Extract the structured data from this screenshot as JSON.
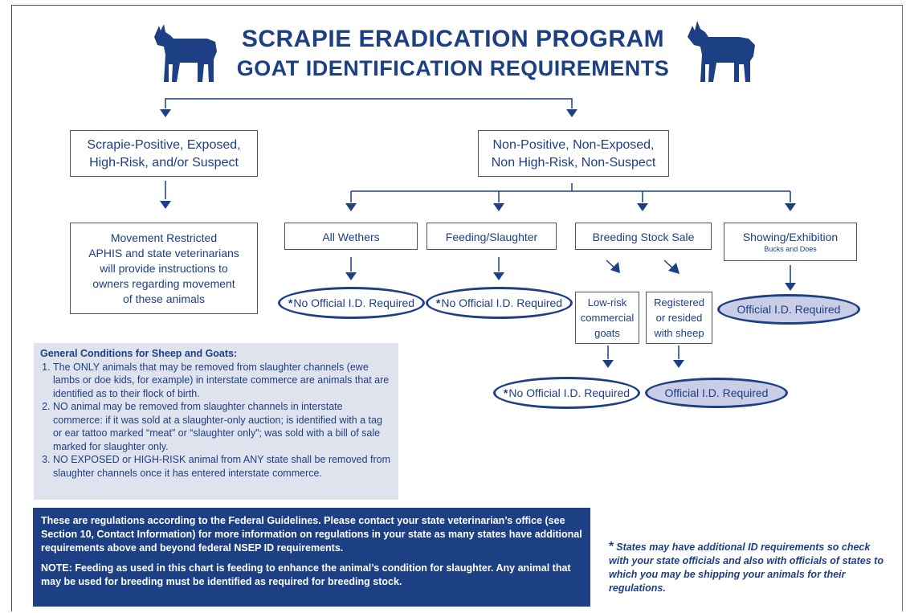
{
  "title": {
    "line1": "SCRAPIE ERADICATION PROGRAM",
    "line2": "GOAT IDENTIFICATION REQUIREMENTS"
  },
  "nodes": {
    "positive": {
      "line1": "Scrapie-Positive, Exposed,",
      "line2": "High-Risk, and/or Suspect"
    },
    "nonpositive": {
      "line1": "Non-Positive, Non-Exposed,",
      "line2": "Non High-Risk, Non-Suspect"
    },
    "restricted": {
      "line1": "Movement Restricted",
      "line2": "APHIS and state veterinarians",
      "line3": "will provide instructions to",
      "line4": "owners regarding movement",
      "line5": "of these animals"
    },
    "wethers": "All Wethers",
    "feeding": "Feeding/Slaughter",
    "breeding": "Breeding Stock Sale",
    "showing": {
      "line1": "Showing/Exhibition",
      "line2": "Bucks and Does"
    },
    "lowrisk": {
      "line1": "Low-risk",
      "line2": "commercial",
      "line3": "goats"
    },
    "registered": {
      "line1": "Registered",
      "line2": "or resided",
      "line3": "with sheep"
    }
  },
  "outcomes": {
    "no_id": "No Official I.D. Required",
    "id_required": "Official I.D. Required",
    "star": "*"
  },
  "general_conditions": {
    "heading": "General Conditions for Sheep and Goats:",
    "items": [
      "The ONLY animals that may be removed from slaughter channels (ewe lambs or doe kids, for example) in interstate commerce are animals that are identified as to their flock of birth.",
      "NO animal may be removed from slaughter channels in interstate commerce: if it was sold at a slaughter-only auction;  is identified with a tag or ear tattoo marked “meat” or “slaughter only”; was sold with a bill of sale marked for slaughter only.",
      "NO EXPOSED or HIGH-RISK animal from ANY state shall be removed from slaughter channels once it has entered interstate commerce."
    ]
  },
  "federal_note": {
    "p1": "These are regulations according to the Federal Guidelines.  Please contact your state veterinarian’s office (see Section 10, Contact Information) for more information on regulations in your state as many states have additional requirements above and beyond federal NSEP ID requirements.",
    "p2": "NOTE: Feeding as used in this chart is feeding to enhance the animal’s condition for slaughter. Any animal that may be used for breeding must be identified as required for breeding stock."
  },
  "footnote": {
    "star": "*",
    "text": "States may have additional ID requirements so check with your state officials and also with officials of states to which you may be shipping your animals for their regulations."
  },
  "colors": {
    "navy": "#1d3f84",
    "light_fill": "#c9cde6",
    "panel_gray": "#dfe3ee"
  }
}
